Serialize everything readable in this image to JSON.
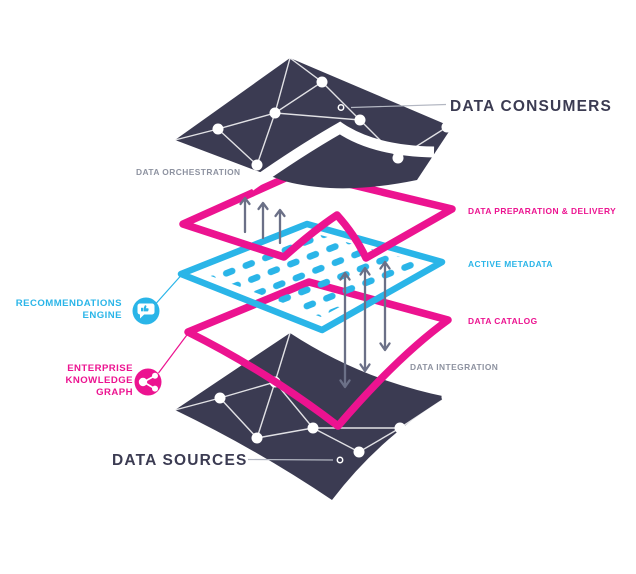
{
  "diagram": {
    "labels": {
      "data_consumers": "DATA CONSUMERS",
      "data_orchestration": "DATA ORCHESTRATION",
      "data_preparation_delivery": "DATA PREPARATION & DELIVERY",
      "active_metadata": "ACTIVE METADATA",
      "data_catalog": "DATA CATALOG",
      "data_integration": "DATA INTEGRATION",
      "data_sources": "DATA SOURCES"
    },
    "side_labels": {
      "recommendations_engine": {
        "lines": [
          "RECOMMENDATIONS",
          "ENGINE"
        ],
        "icon": "thumbs-up-speech-bubble-icon"
      },
      "enterprise_knowledge_graph": {
        "lines": [
          "ENTERPRISE",
          "KNOWLEDGE",
          "GRAPH"
        ],
        "icon": "share-network-icon"
      }
    },
    "colors": {
      "dark_navy": "#3B3B52",
      "magenta": "#EC1390",
      "cyan": "#2AB5E8",
      "gray_label": "#8D92A0",
      "arrow_gray": "#6B7087",
      "connector_gray": "#B3B7C2",
      "white": "#FFFFFF"
    }
  }
}
